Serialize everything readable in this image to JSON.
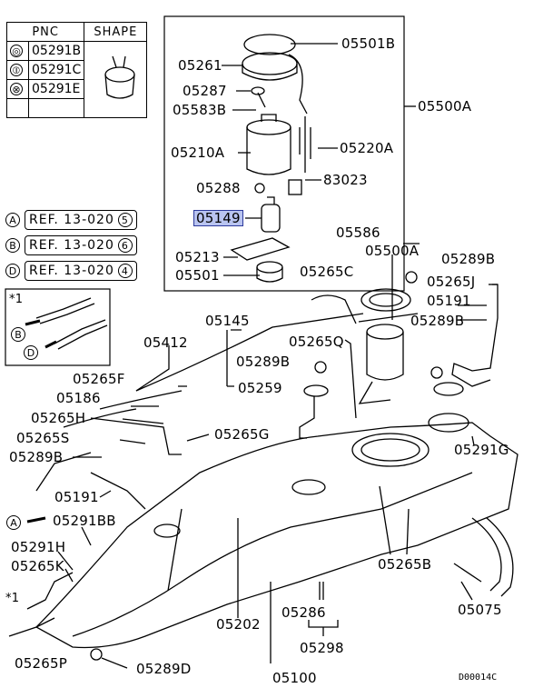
{
  "pnc_table": {
    "header_pnc": "PNC",
    "header_shape": "SHAPE",
    "rows": [
      {
        "symbol": "◎",
        "pnc": "05291B"
      },
      {
        "symbol": "⦶",
        "pnc": "05291C"
      },
      {
        "symbol": "⊗",
        "pnc": "05291E"
      }
    ]
  },
  "references": [
    {
      "letter": "A",
      "text": "REF. 13-020",
      "ref_num": "5"
    },
    {
      "letter": "B",
      "text": "REF. 13-020",
      "ref_num": "6"
    },
    {
      "letter": "D",
      "text": "REF. 13-020",
      "ref_num": "4"
    }
  ],
  "inset": {
    "mark": "*1",
    "letter_b": "B",
    "letter_d": "D"
  },
  "labels": {
    "l05501B": "05501B",
    "l05261": "05261",
    "l05287": "05287",
    "l05583B": "05583B",
    "l05500A_top": "05500A",
    "l05210A": "05210A",
    "l05220A": "05220A",
    "l83023": "83023",
    "l05288": "05288",
    "l05149": "05149",
    "l05213": "05213",
    "l05501": "05501",
    "l05586": "05586",
    "l05500A": "05500A",
    "l05289B_r": "05289B",
    "l05265C": "05265C",
    "l05265J": "05265J",
    "l05191_r": "05191",
    "l05289B_r2": "05289B",
    "l05145": "05145",
    "l05412": "05412",
    "l05265Q": "05265Q",
    "l05289B_m": "05289B",
    "l05259": "05259",
    "l05265F": "05265F",
    "l05186": "05186",
    "l05265H": "05265H",
    "l05265S": "05265S",
    "l05265G": "05265G",
    "l05291G": "05291G",
    "l05289B_l": "05289B",
    "l05191_l": "05191",
    "l05291BB": "05291BB",
    "lA_arrow": "A",
    "l05291H": "05291H",
    "l05265K": "05265K",
    "lstar1": "*1",
    "l05265B": "05265B",
    "l05075": "05075",
    "l05202": "05202",
    "l05286": "05286",
    "l05298": "05298",
    "l05265P": "05265P",
    "l05289D": "05289D",
    "l05100": "05100"
  },
  "diagram_code": "D00014C",
  "colors": {
    "highlight": "#b9c4f0",
    "line": "#000000"
  }
}
